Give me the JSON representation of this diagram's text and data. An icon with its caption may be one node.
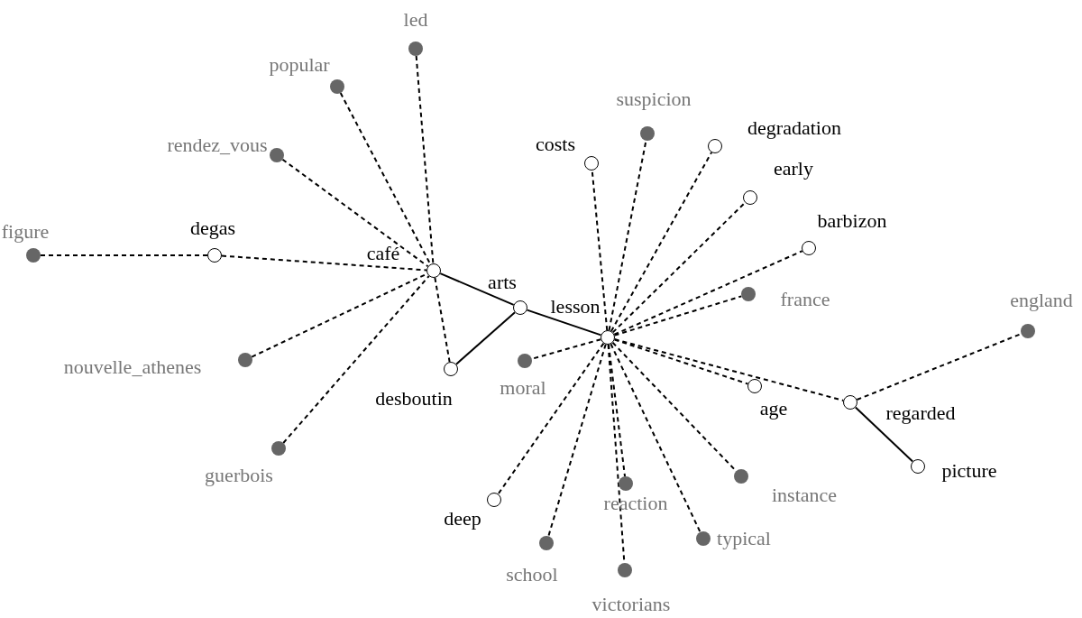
{
  "diagram": {
    "nodes": [
      {
        "text": [],
        "shape": "dot",
        "beside": [
          "figure"
        ]
      },
      {
        "text": [],
        "shape": "circle",
        "beside": [
          "degas"
        ]
      },
      {
        "text": [],
        "shape": "circle",
        "beside": [
          "café"
        ]
      },
      {
        "text": [],
        "shape": "dot",
        "beside": [
          "led"
        ]
      },
      {
        "text": [],
        "shape": "dot",
        "beside": [
          "popular"
        ]
      },
      {
        "text": [],
        "shape": "dot",
        "beside": [
          "rendez_vous"
        ]
      },
      {
        "text": [],
        "shape": "dot",
        "beside": [
          "nouvelle_athenes"
        ]
      },
      {
        "text": [],
        "shape": "dot",
        "beside": [
          "guerbois"
        ]
      },
      {
        "text": [],
        "shape": "circle",
        "beside": [
          "desboutin"
        ]
      },
      {
        "text": [],
        "shape": "circle",
        "beside": [
          "arts"
        ]
      },
      {
        "text": [],
        "shape": "circle",
        "beside": [
          "lesson"
        ]
      },
      {
        "text": [],
        "shape": "dot",
        "beside": [
          "moral"
        ]
      },
      {
        "text": [],
        "shape": "circle",
        "beside": [
          "costs"
        ]
      },
      {
        "text": [],
        "shape": "dot",
        "beside": [
          "suspicion"
        ]
      },
      {
        "text": [],
        "shape": "circle",
        "beside": [
          "degradation"
        ]
      },
      {
        "text": [],
        "shape": "circle",
        "beside": [
          "early"
        ]
      },
      {
        "text": [],
        "shape": "circle",
        "beside": [
          "barbizon"
        ]
      },
      {
        "text": [],
        "shape": "dot",
        "beside": [
          "france"
        ]
      },
      {
        "text": [],
        "shape": "dot",
        "beside": [
          "england"
        ]
      },
      {
        "text": [],
        "shape": "circle",
        "beside": [
          "regarded"
        ]
      },
      {
        "text": [],
        "shape": "circle",
        "beside": [
          "age"
        ]
      },
      {
        "text": [],
        "shape": "circle",
        "beside": [
          "picture"
        ]
      },
      {
        "text": [],
        "shape": "dot",
        "beside": [
          "instance"
        ]
      },
      {
        "text": [],
        "shape": "dot",
        "beside": [
          "reaction"
        ]
      },
      {
        "text": [],
        "shape": "circle",
        "beside": [
          "deep"
        ]
      },
      {
        "text": [],
        "shape": "dot",
        "beside": [
          "school"
        ]
      },
      {
        "text": [],
        "shape": "dot",
        "beside": [
          "victorians"
        ]
      },
      {
        "text": [],
        "shape": "dot",
        "beside": [
          "typical"
        ]
      }
    ],
    "edges": [
      {
        "from": 0,
        "to": 1,
        "arrow": "none",
        "style": "dashed"
      },
      {
        "from": 1,
        "to": 2,
        "arrow": "none",
        "style": "dashed"
      },
      {
        "from": 3,
        "to": 2,
        "arrow": "none",
        "style": "dashed"
      },
      {
        "from": 4,
        "to": 2,
        "arrow": "none",
        "style": "dashed"
      },
      {
        "from": 5,
        "to": 2,
        "arrow": "none",
        "style": "dashed"
      },
      {
        "from": 6,
        "to": 2,
        "arrow": "none",
        "style": "dashed"
      },
      {
        "from": 7,
        "to": 2,
        "arrow": "none",
        "style": "dashed"
      },
      {
        "from": 2,
        "to": 8,
        "arrow": "none",
        "style": "dashed"
      },
      {
        "from": 2,
        "to": 9,
        "arrow": "none"
      },
      {
        "from": 9,
        "to": 8,
        "arrow": "none"
      },
      {
        "from": 9,
        "to": 10,
        "arrow": "none"
      },
      {
        "from": 10,
        "to": 11,
        "arrow": "none",
        "style": "dashed"
      },
      {
        "from": 10,
        "to": 12,
        "arrow": "none",
        "style": "dashed"
      },
      {
        "from": 10,
        "to": 13,
        "arrow": "none",
        "style": "dashed"
      },
      {
        "from": 10,
        "to": 14,
        "arrow": "none",
        "style": "dashed"
      },
      {
        "from": 10,
        "to": 15,
        "arrow": "none",
        "style": "dashed"
      },
      {
        "from": 10,
        "to": 16,
        "arrow": "none",
        "style": "dashed"
      },
      {
        "from": 10,
        "to": 17,
        "arrow": "none",
        "style": "dashed"
      },
      {
        "from": 10,
        "to": 20,
        "arrow": "none",
        "style": "dashed"
      },
      {
        "from": 10,
        "to": 19,
        "arrow": "none",
        "style": "dashed"
      },
      {
        "from": 10,
        "to": 22,
        "arrow": "none",
        "style": "dashed"
      },
      {
        "from": 10,
        "to": 23,
        "arrow": "none",
        "style": "dashed"
      },
      {
        "from": 10,
        "to": 24,
        "arrow": "none",
        "style": "dashed"
      },
      {
        "from": 10,
        "to": 25,
        "arrow": "none",
        "style": "dashed"
      },
      {
        "from": 10,
        "to": 26,
        "arrow": "none",
        "style": "dashed"
      },
      {
        "from": 10,
        "to": 27,
        "arrow": "none",
        "style": "dashed"
      },
      {
        "from": 19,
        "to": 18,
        "arrow": "none",
        "style": "dashed"
      },
      {
        "from": 19,
        "to": 21,
        "arrow": "none"
      }
    ]
  }
}
